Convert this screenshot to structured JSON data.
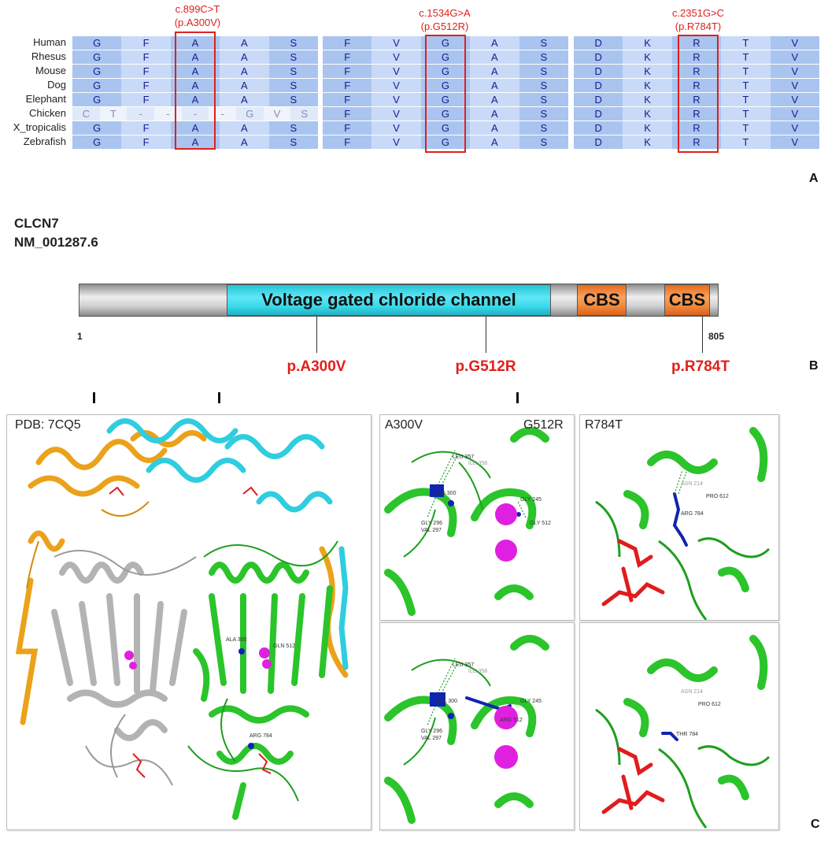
{
  "panelA": {
    "species": [
      "Human",
      "Rhesus",
      "Mouse",
      "Dog",
      "Elephant",
      "Chicken",
      "X_tropicalis",
      "Zebrafish"
    ],
    "block1": {
      "rows": [
        [
          "G",
          "F",
          "A",
          "A",
          "S"
        ],
        [
          "G",
          "F",
          "A",
          "A",
          "S"
        ],
        [
          "G",
          "F",
          "A",
          "A",
          "S"
        ],
        [
          "G",
          "F",
          "A",
          "A",
          "S"
        ],
        [
          "G",
          "F",
          "A",
          "A",
          "S"
        ],
        [
          "C",
          "T",
          "-",
          "-",
          "-",
          "-",
          "G",
          "V",
          "S"
        ],
        [
          "G",
          "F",
          "A",
          "A",
          "S"
        ],
        [
          "G",
          "F",
          "A",
          "A",
          "S"
        ]
      ]
    },
    "block2": {
      "rows": [
        [
          "F",
          "V",
          "G",
          "A",
          "S"
        ],
        [
          "F",
          "V",
          "G",
          "A",
          "S"
        ],
        [
          "F",
          "V",
          "G",
          "A",
          "S"
        ],
        [
          "F",
          "V",
          "G",
          "A",
          "S"
        ],
        [
          "F",
          "V",
          "G",
          "A",
          "S"
        ],
        [
          "F",
          "V",
          "G",
          "A",
          "S"
        ],
        [
          "F",
          "V",
          "G",
          "A",
          "S"
        ],
        [
          "F",
          "V",
          "G",
          "A",
          "S"
        ]
      ]
    },
    "block3": {
      "rows": [
        [
          "D",
          "K",
          "R",
          "T",
          "V"
        ],
        [
          "D",
          "K",
          "R",
          "T",
          "V"
        ],
        [
          "D",
          "K",
          "R",
          "T",
          "V"
        ],
        [
          "D",
          "K",
          "R",
          "T",
          "V"
        ],
        [
          "D",
          "K",
          "R",
          "T",
          "V"
        ],
        [
          "D",
          "K",
          "R",
          "T",
          "V"
        ],
        [
          "D",
          "K",
          "R",
          "T",
          "V"
        ],
        [
          "D",
          "K",
          "R",
          "T",
          "V"
        ]
      ]
    },
    "mutations": [
      {
        "line1": "c.899C>T",
        "line2": "(p.A300V)"
      },
      {
        "line1": "c.1534G>A",
        "line2": "(p.G512R)"
      },
      {
        "line1": "c.2351G>C",
        "line2": "(p.R784T)"
      }
    ],
    "letter": "A",
    "colors": {
      "cell_light": "#c9daf8",
      "cell_dark": "#a9c4ef",
      "text": "#1a1a8c",
      "highlight": "#e0201c"
    }
  },
  "panelB": {
    "gene": "CLCN7",
    "accession": "NM_001287.6",
    "domain_main": "Voltage gated chloride channel",
    "domain_cbs1": "CBS",
    "domain_cbs2": "CBS",
    "start": "1",
    "end": "805",
    "variants": [
      "p.A300V",
      "p.G512R",
      "p.R784T"
    ],
    "letter": "B",
    "colors": {
      "voltage": "#33d6e8",
      "cbs": "#f5883a",
      "bar": "#c6c6c6",
      "variant": "#e0201c"
    }
  },
  "panelC": {
    "pdb_label": "PDB:  7CQ5",
    "overview_residues": [
      "ALA 300",
      "GLN 512",
      "ARG 784"
    ],
    "top_labels": [
      "A300V",
      "G512R",
      "R784T"
    ],
    "top_left_residues": [
      "LEU 357",
      "ILE 358",
      "ALA 300",
      "GLY 296",
      "VAL 297",
      "GLY 245",
      "GLY 512"
    ],
    "top_right_residues": [
      "ASN 214",
      "PRO 612",
      "ARG 784"
    ],
    "bottom_left_residues": [
      "LEU 357",
      "ILE 358",
      "VAL 300",
      "GLY 245",
      "GLY 296",
      "VAL 297",
      "ARG 512"
    ],
    "bottom_right_residues": [
      "ASN 214",
      "PRO 612",
      "THR 784"
    ],
    "letter": "C",
    "colors": {
      "green": "#2bc42b",
      "gray": "#b3b3b3",
      "cyan": "#2fcde0",
      "orange": "#eba21a",
      "magenta": "#e020e0",
      "blue": "#1024b0",
      "red": "#e01c1c"
    }
  }
}
